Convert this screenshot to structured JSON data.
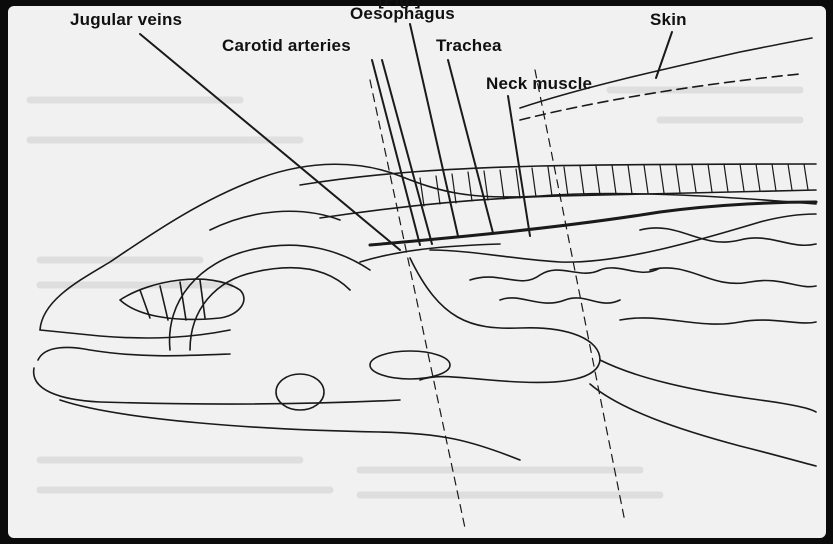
{
  "diagram": {
    "title_fragment": "[Fig.]",
    "labels": {
      "jugular_veins": "Jugular veins",
      "oesophagus": "Oesophagus",
      "carotid_arteries": "Carotid arteries",
      "trachea": "Trachea",
      "neck_muscle": "Neck muscle",
      "skin": "Skin"
    }
  }
}
